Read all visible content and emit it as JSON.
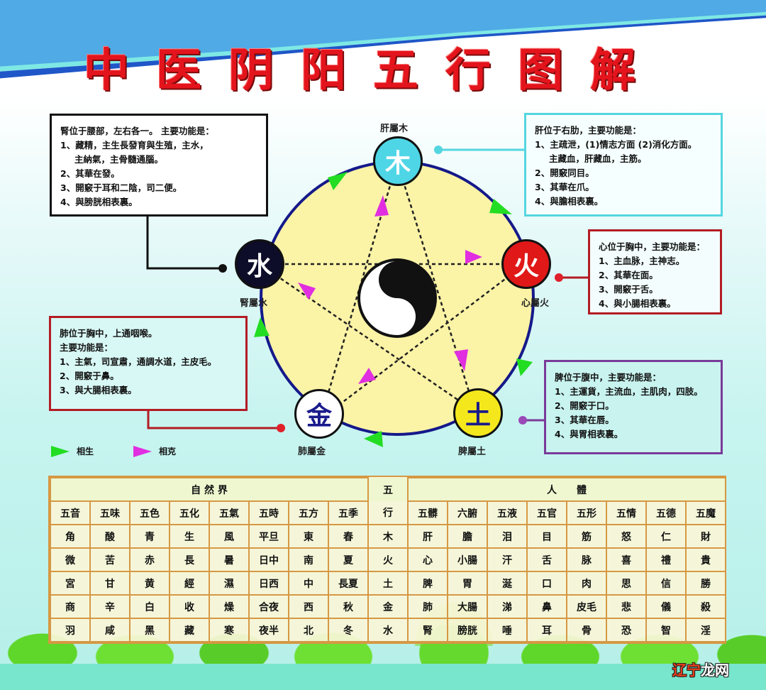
{
  "title": "中医阴阳五行图解",
  "boxes": {
    "kidney": {
      "lines": [
        "腎位于腰部，左右各一。 主要功能是：",
        "1、藏精，主生長發育與生殖，主水，",
        "主納氣，主骨髓通腦。",
        "2、其華在發。",
        "3、開竅于耳和二陰，司二便。",
        "4、與膀胱相表裏。"
      ]
    },
    "liver": {
      "lines": [
        "肝位于右肋，主要功能是：",
        "1、主疏泄，(1)情志方面 (2)消化方面。",
        "主藏血，肝藏血，主筋。",
        "2、開竅同目。",
        "3、其華在爪。",
        "4、與膽相表裏。"
      ]
    },
    "heart": {
      "lines": [
        "心位于胸中，主要功能是：",
        "1、主血脉，主神志。",
        "2、其華在面。",
        "3、開竅于舌。",
        "4、與小腸相表裏。"
      ]
    },
    "lung": {
      "lines": [
        "肺位于胸中，上通咽喉。",
        "主要功能是：",
        "1、主氣，司宣肅，通調水道，主皮毛。",
        "2、開竅于鼻。",
        "3、與大腸相表裏。"
      ]
    },
    "spleen": {
      "lines": [
        "脾位于腹中，主要功能是：",
        "1、主運貨，主流血，主肌肉，四肢。",
        "2、開竅于口。",
        "3、其華在唇。",
        "4、與胃相表裏。"
      ]
    }
  },
  "diagram": {
    "nodes": {
      "wood": {
        "char": "木",
        "label": "肝屬木",
        "color": "#4fd6e6",
        "text_color": "#ffffff"
      },
      "fire": {
        "char": "火",
        "label": "心屬火",
        "color": "#e01818",
        "text_color": "#ffffff"
      },
      "earth": {
        "char": "土",
        "label": "脾屬土",
        "color": "#f4e81c",
        "text_color": "#1a1a8c"
      },
      "metal": {
        "char": "金",
        "label": "肺屬金",
        "color": "#ffffff",
        "text_color": "#1a1a8c"
      },
      "water": {
        "char": "水",
        "label": "腎屬水",
        "color": "#0d0d2a",
        "text_color": "#ffffff"
      }
    },
    "center_icon": "yin-yang-icon",
    "colors": {
      "circle_fill": "#fbf3a6",
      "circle_stroke": "#15198a",
      "generate_arrow": "#22dd22",
      "overcome_arrow": "#e02ee0"
    }
  },
  "legend": {
    "generate_label": "相生",
    "overcome_label": "相克"
  },
  "table": {
    "group_nature": "自 然 界",
    "group_wuxing_top": "五",
    "group_wuxing_bottom": "行",
    "group_body": "人　　體",
    "nature_headers": [
      "五音",
      "五味",
      "五色",
      "五化",
      "五氣",
      "五時",
      "五方",
      "五季"
    ],
    "body_headers": [
      "五髒",
      "六腑",
      "五液",
      "五官",
      "五形",
      "五情",
      "五德",
      "五魔"
    ],
    "rows": [
      {
        "nature": [
          "角",
          "酸",
          "青",
          "生",
          "風",
          "平旦",
          "東",
          "春"
        ],
        "element": "木",
        "body": [
          "肝",
          "膽",
          "泪",
          "目",
          "筋",
          "怒",
          "仁",
          "財"
        ]
      },
      {
        "nature": [
          "微",
          "苦",
          "赤",
          "長",
          "暑",
          "日中",
          "南",
          "夏"
        ],
        "element": "火",
        "body": [
          "心",
          "小腸",
          "汗",
          "舌",
          "脉",
          "喜",
          "禮",
          "貴"
        ]
      },
      {
        "nature": [
          "宮",
          "甘",
          "黄",
          "經",
          "濕",
          "日西",
          "中",
          "長夏"
        ],
        "element": "土",
        "body": [
          "脾",
          "胃",
          "涎",
          "口",
          "肉",
          "思",
          "信",
          "勝"
        ]
      },
      {
        "nature": [
          "商",
          "辛",
          "白",
          "收",
          "燥",
          "合夜",
          "西",
          "秋"
        ],
        "element": "金",
        "body": [
          "肺",
          "大腸",
          "涕",
          "鼻",
          "皮毛",
          "悲",
          "儀",
          "殺"
        ]
      },
      {
        "nature": [
          "羽",
          "咸",
          "黑",
          "藏",
          "寒",
          "夜半",
          "北",
          "冬"
        ],
        "element": "水",
        "body": [
          "腎",
          "膀胱",
          "唾",
          "耳",
          "骨",
          "恐",
          "智",
          "淫"
        ]
      }
    ]
  },
  "watermark": {
    "red": "辽宁",
    "white": "龙网"
  }
}
